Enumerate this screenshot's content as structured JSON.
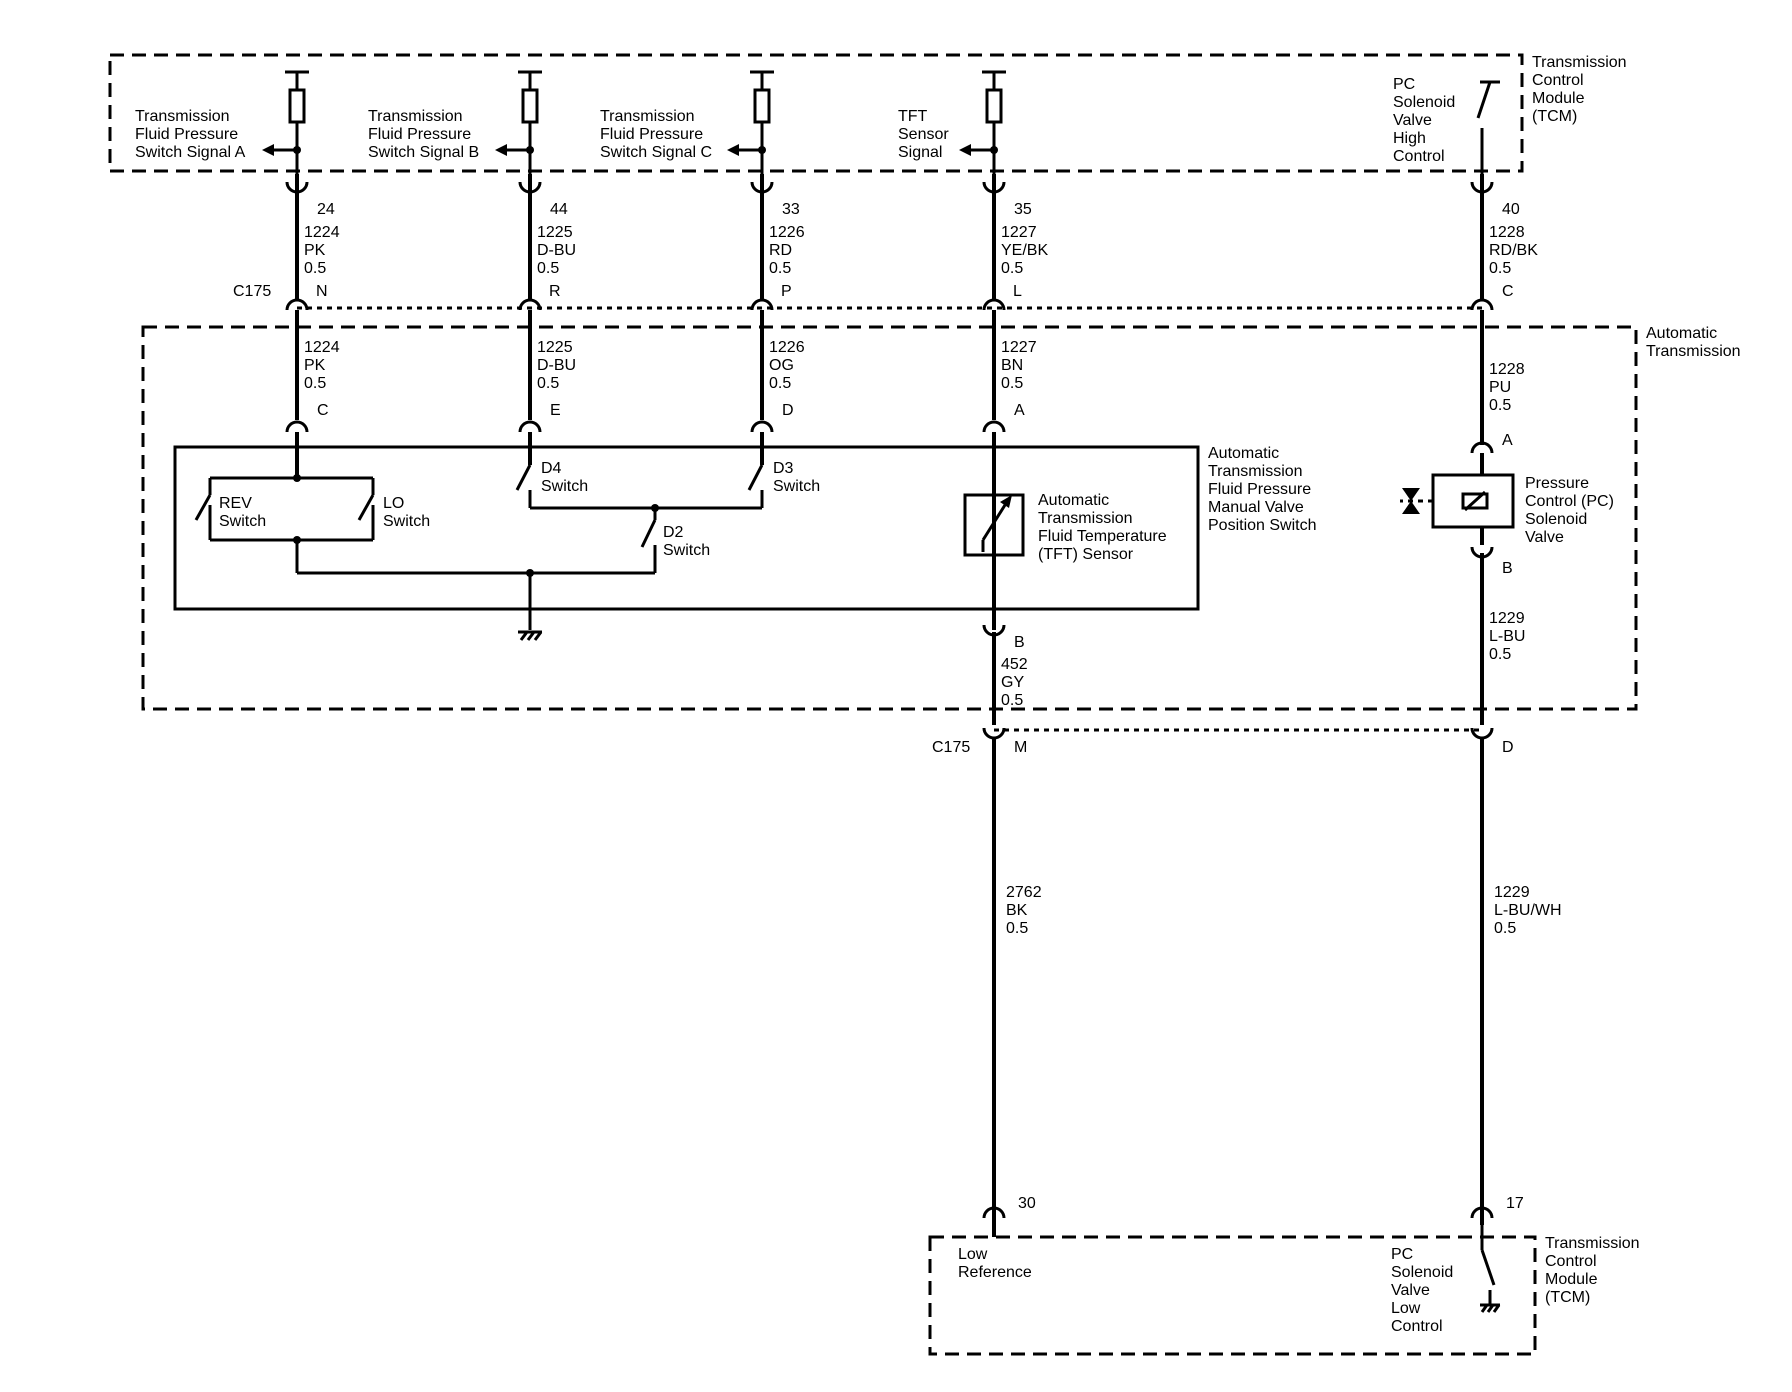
{
  "tcm_top": {
    "label": [
      "Transmission",
      "Control",
      "Module",
      "(TCM)"
    ],
    "signals": [
      {
        "label": [
          "Transmission",
          "Fluid Pressure",
          "Switch Signal A"
        ]
      },
      {
        "label": [
          "Transmission",
          "Fluid Pressure",
          "Switch Signal B"
        ]
      },
      {
        "label": [
          "Transmission",
          "Fluid Pressure",
          "Switch Signal C"
        ]
      },
      {
        "label": [
          "TFT",
          "Sensor",
          "Signal"
        ]
      },
      {
        "label": [
          "PC",
          "Solenoid",
          "Valve",
          "High",
          "Control"
        ]
      }
    ]
  },
  "tcm_pins_top": [
    {
      "pin": "24",
      "wire": "1224",
      "color": "PK",
      "gauge": "0.5"
    },
    {
      "pin": "44",
      "wire": "1225",
      "color": "D-BU",
      "gauge": "0.5"
    },
    {
      "pin": "33",
      "wire": "1226",
      "color": "RD",
      "gauge": "0.5"
    },
    {
      "pin": "35",
      "wire": "1227",
      "color": "YE/BK",
      "gauge": "0.5"
    },
    {
      "pin": "40",
      "wire": "1228",
      "color": "RD/BK",
      "gauge": "0.5"
    }
  ],
  "c175_top": {
    "name": "C175",
    "pins": [
      "N",
      "R",
      "P",
      "L",
      "C"
    ]
  },
  "transmission": {
    "label": [
      "Automatic",
      "Transmission"
    ],
    "wires": [
      {
        "wire": "1224",
        "color": "PK",
        "gauge": "0.5",
        "pin": "C"
      },
      {
        "wire": "1225",
        "color": "D-BU",
        "gauge": "0.5",
        "pin": "E"
      },
      {
        "wire": "1226",
        "color": "OG",
        "gauge": "0.5",
        "pin": "D"
      },
      {
        "wire": "1227",
        "color": "BN",
        "gauge": "0.5",
        "pin": "A"
      },
      {
        "wire": "1228",
        "color": "PU",
        "gauge": "0.5",
        "pin": "A"
      }
    ],
    "switch_assembly": [
      "Automatic",
      "Transmission",
      "Fluid Pressure",
      "Manual Valve",
      "Position Switch"
    ],
    "switches": {
      "rev": [
        "REV",
        "Switch"
      ],
      "lo": [
        "LO",
        "Switch"
      ],
      "d4": [
        "D4",
        "Switch"
      ],
      "d3": [
        "D3",
        "Switch"
      ],
      "d2": [
        "D2",
        "Switch"
      ]
    },
    "tft_sensor": [
      "Automatic",
      "Transmission",
      "Fluid Temperature",
      "(TFT) Sensor"
    ],
    "pc_solenoid": [
      "Pressure",
      "Control (PC)",
      "Solenoid",
      "Valve"
    ],
    "tft_bottom": {
      "pin": "B",
      "wire": "452",
      "color": "GY",
      "gauge": "0.5"
    },
    "pc_bottom": {
      "pin": "B",
      "wire": "1229",
      "color": "L-BU",
      "gauge": "0.5"
    }
  },
  "c175_bottom": {
    "name": "C175",
    "pins": [
      "M",
      "D"
    ]
  },
  "lower_wires": [
    {
      "wire": "2762",
      "color": "BK",
      "gauge": "0.5",
      "pin": "30"
    },
    {
      "wire": "1229",
      "color": "L-BU/WH",
      "gauge": "0.5",
      "pin": "17"
    }
  ],
  "tcm_bottom": {
    "label": [
      "Transmission",
      "Control",
      "Module",
      "(TCM)"
    ],
    "low_ref": [
      "Low",
      "Reference"
    ],
    "pc_low": [
      "PC",
      "Solenoid",
      "Valve",
      "Low",
      "Control"
    ]
  }
}
